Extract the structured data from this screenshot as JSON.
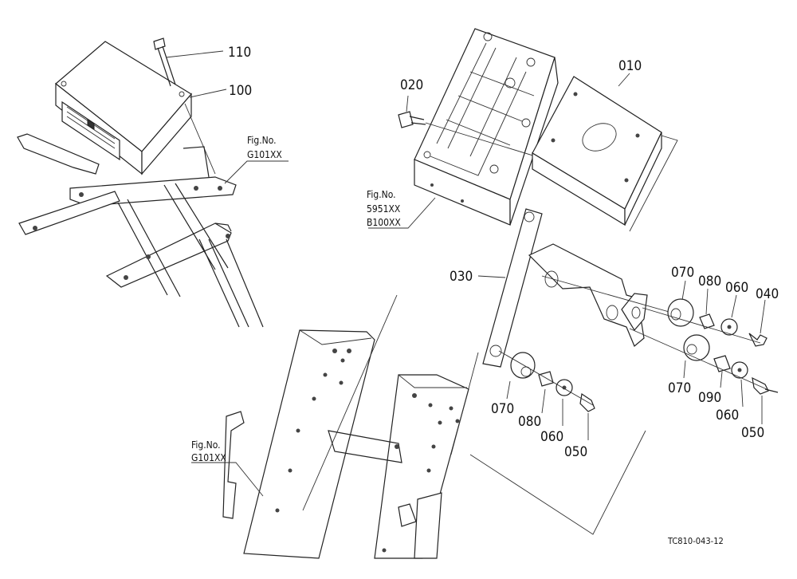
{
  "part_labels": {
    "p110": "110",
    "p100": "100",
    "p020": "020",
    "p010": "010",
    "p030": "030",
    "p070a": "070",
    "p080a": "080",
    "p060a": "060",
    "p040": "040",
    "p070b": "070",
    "p090": "090",
    "p060b": "060",
    "p050b": "050",
    "p070c": "070",
    "p080c": "080",
    "p060c": "060",
    "p050c": "050"
  },
  "figure_refs": {
    "ref_top": {
      "line1": "Fig.No.",
      "line2": "G101XX"
    },
    "ref_mid": {
      "line1": "Fig.No.",
      "line2": "5951XX",
      "line3": "B100XX"
    },
    "ref_bottom": {
      "line1": "Fig.No.",
      "line2": "G101XX"
    }
  },
  "drawing_code": "TC810-043-12"
}
